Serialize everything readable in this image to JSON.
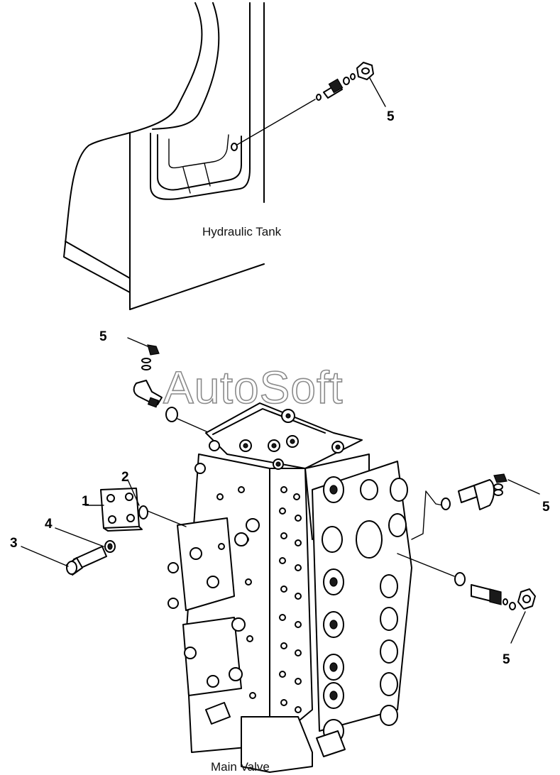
{
  "labels": {
    "tank": "Hydraulic Tank",
    "valve": "Main Valve",
    "watermark": "AutoSoft"
  },
  "callouts": {
    "c1": "1",
    "c2": "2",
    "c3": "3",
    "c4": "4",
    "c5_top": "5",
    "c5_left": "5",
    "c5_right": "5",
    "c5_bottom": "5"
  },
  "colors": {
    "line": "#000000",
    "watermark": "#8a8a8a",
    "background": "#ffffff"
  }
}
